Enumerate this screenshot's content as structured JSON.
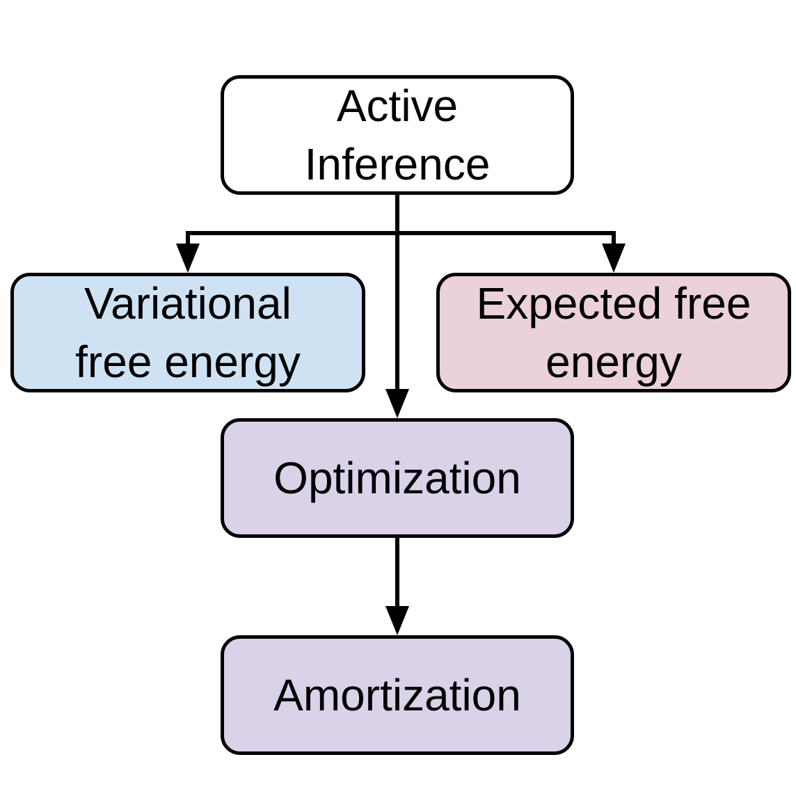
{
  "diagram": {
    "title": "Active Inference flowchart",
    "nodes": {
      "active": {
        "id": "active-inference",
        "label": "Active\nInference",
        "fill": "#ffffff"
      },
      "variational": {
        "id": "variational-free-energy",
        "label": "Variational\nfree energy",
        "fill": "#cfe2f3"
      },
      "expected": {
        "id": "expected-free-energy",
        "label": "Expected free\nenergy",
        "fill": "#ead1dc"
      },
      "optimization": {
        "id": "optimization",
        "label": "Optimization",
        "fill": "#d9d2e9"
      },
      "amortization": {
        "id": "amortization",
        "label": "Amortization",
        "fill": "#d9d2e9"
      }
    },
    "edges": [
      {
        "from": "active-inference",
        "to": "variational-free-energy"
      },
      {
        "from": "active-inference",
        "to": "expected-free-energy"
      },
      {
        "from": "active-inference",
        "to": "optimization"
      },
      {
        "from": "optimization",
        "to": "amortization"
      }
    ],
    "colors": {
      "arrow": "#000000",
      "node_border": "#000000",
      "text": "#000000",
      "background": "#ffffff"
    }
  }
}
